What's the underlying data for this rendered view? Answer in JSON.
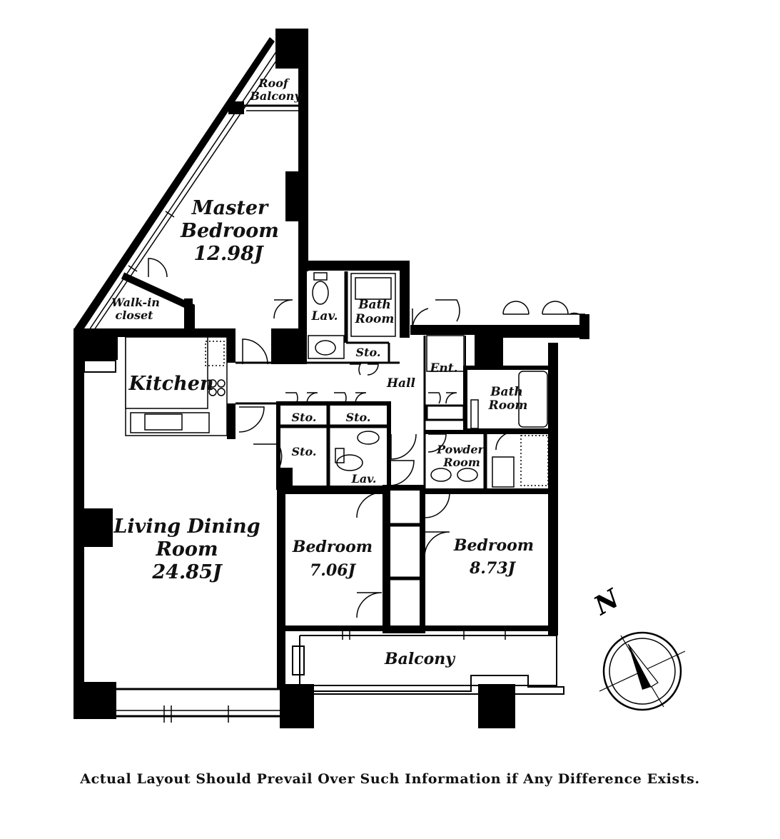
{
  "rooms": {
    "roof_balcony": [
      "Roof",
      "Balcony"
    ],
    "master_bedroom": [
      "Master",
      "Bedroom",
      "12.98J"
    ],
    "walk_in_closet": [
      "Walk-in",
      "closet"
    ],
    "lav_upper": "Lav.",
    "bath_room_upper": [
      "Bath",
      "Room"
    ],
    "sto_upper": "Sto.",
    "kitchen": "Kitchen",
    "hall": "Hall",
    "entrance": "Ent.",
    "bath_room_right": [
      "Bath",
      "Room"
    ],
    "sto_left": "Sto.",
    "sto_right": "Sto.",
    "sto_lower": "Sto.",
    "lav_lower": "Lav.",
    "powder_room": [
      "Powder",
      "Room"
    ],
    "living_dining": [
      "Living Dining",
      "Room",
      "24.85J"
    ],
    "bedroom_middle": [
      "Bedroom",
      "7.06J"
    ],
    "bedroom_right": [
      "Bedroom",
      "8.73J"
    ],
    "balcony": "Balcony"
  },
  "compass": {
    "north_label": "N"
  },
  "disclaimer": "Actual Layout Should Prevail Over Such Information if Any Difference Exists.",
  "colors": {
    "wall": "#000000",
    "background": "#ffffff"
  }
}
